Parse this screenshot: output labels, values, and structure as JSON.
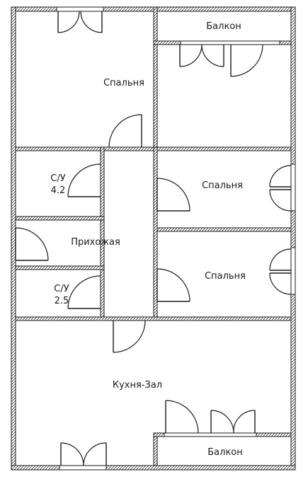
{
  "plan": {
    "colors": {
      "line": "#1a1a1a",
      "background": "#ffffff"
    },
    "rooms": {
      "bedroom_top": "Спальня",
      "balcony_top": "Балкон",
      "bath_large_name": "С/У",
      "bath_large_area": "4.2",
      "bedroom_mid": "Спальня",
      "hallway": "Прихожая",
      "bath_small_name": "С/У",
      "bath_small_area": "2.5",
      "bedroom_low": "Спальня",
      "kitchen": "Кухня-Зал",
      "balcony_bottom": "Балкон"
    }
  }
}
